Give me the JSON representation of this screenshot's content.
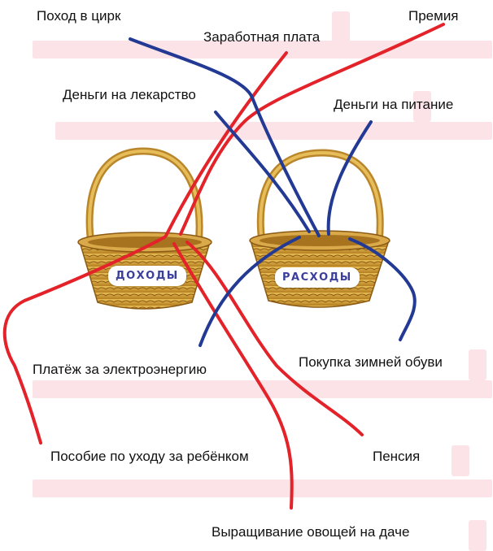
{
  "baskets": {
    "income": "ДОХОДЫ",
    "expenses": "РАСХОДЫ"
  },
  "items": {
    "circus": "Поход в цирк",
    "salary": "Заработная плата",
    "bonus": "Премия",
    "medicine": "Деньги на лекарство",
    "food": "Деньги на питание",
    "electricity": "Платёж за электроэнергию",
    "winter_shoes": "Покупка зимней обуви",
    "child_benefit": "Пособие по уходу за ребёнком",
    "pension": "Пенсия",
    "vegetables": "Выращивание овощей на даче"
  },
  "colors": {
    "income_line": "#e32229",
    "expense_line": "#233a94",
    "highlight": "#fbe3e7",
    "basket": "#d4a03c",
    "tag_text": "#3b3f9c"
  }
}
